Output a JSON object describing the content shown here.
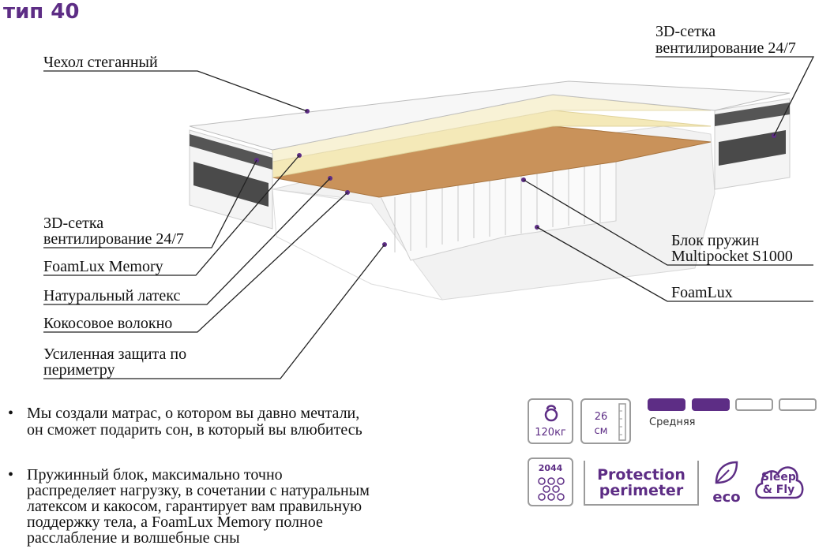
{
  "title": "тип 40",
  "labels": {
    "cover": "Чехол стеганный",
    "mesh_right_1": "3D-сетка",
    "mesh_right_2": "вентилирование 24/7",
    "mesh_left_1": "3D-сетка",
    "mesh_left_2": "вентилирование 24/7",
    "memory": "FoamLux Memory",
    "latex": "Натуральный латекс",
    "coconut": "Кокосовое волокно",
    "perimeter_1": "Усиленная защита по",
    "perimeter_2": "периметру",
    "springs_1": "Блок пружин",
    "springs_2": "Multipocket S1000",
    "foamlux": "FoamLux"
  },
  "bullets": [
    {
      "lines": [
        "Мы создали матрас, о котором вы давно мечтали,",
        "он сможет подарить сон, в который вы влюбитесь"
      ]
    },
    {
      "lines": [
        "Пружинный блок, максимально точно",
        "распределяет нагрузку, в сочетании с натуральным",
        "латексом и какосом, гарантирует вам правильную",
        "поддержку тела, а FoamLux Memory полное",
        "расслабление и волшебные сны"
      ]
    }
  ],
  "specs": {
    "weight": "120кг",
    "height_value": "26",
    "height_unit": "см",
    "firmness_label": "Средняя",
    "firmness_level": 2,
    "firmness_max": 4,
    "spring_count": "2044",
    "protection_1": "Protection",
    "protection_2": "perimeter",
    "eco": "eco",
    "sleep_1": "Sleep",
    "sleep_2": "& Fly"
  },
  "colors": {
    "accent": "#5d2d85",
    "gray_border": "#9b9b9b"
  }
}
